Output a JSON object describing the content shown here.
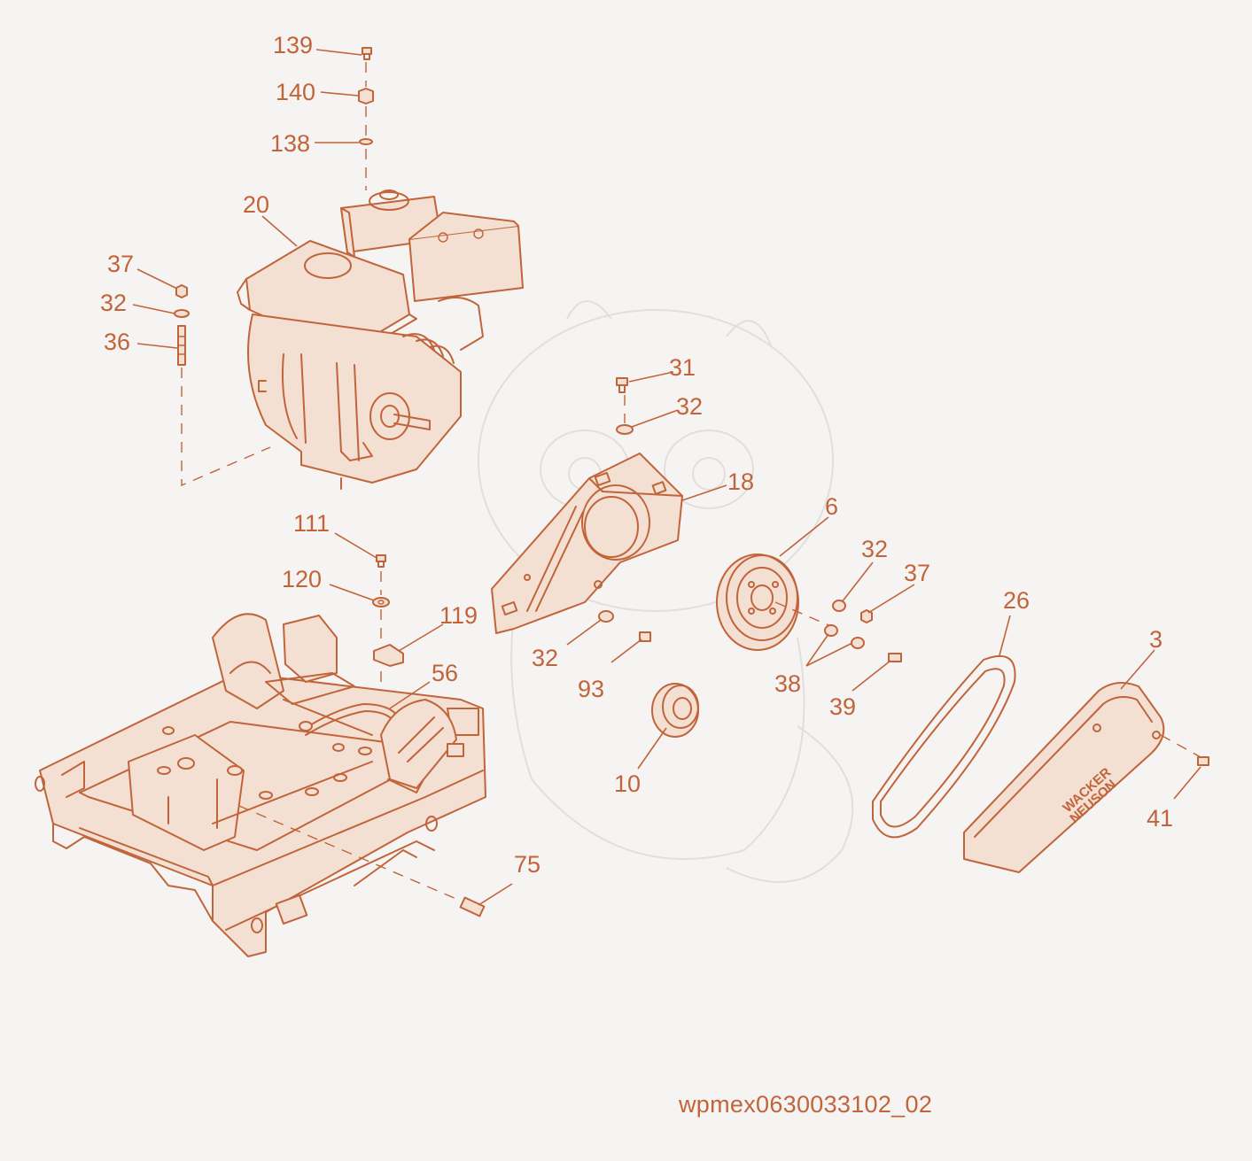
{
  "drawing_id": "wpmex0630033102_02",
  "brand": {
    "line1": "WACKER",
    "line2": "NEUSON"
  },
  "labels": [
    {
      "text": "139",
      "part": "bolt"
    },
    {
      "text": "140",
      "part": "nut"
    },
    {
      "text": "138",
      "part": "washer"
    },
    {
      "text": "20",
      "part": "engine"
    },
    {
      "text": "37",
      "part": "nut"
    },
    {
      "text": "32",
      "part": "washer"
    },
    {
      "text": "36",
      "part": "stud"
    },
    {
      "text": "31",
      "part": "bolt"
    },
    {
      "text": "32",
      "part": "washer"
    },
    {
      "text": "18",
      "part": "belt-guard-back"
    },
    {
      "text": "6",
      "part": "clutch-pulley"
    },
    {
      "text": "32",
      "part": "washer"
    },
    {
      "text": "37",
      "part": "nut"
    },
    {
      "text": "111",
      "part": "bolt"
    },
    {
      "text": "120",
      "part": "washer"
    },
    {
      "text": "119",
      "part": "clamp"
    },
    {
      "text": "56",
      "part": "hose"
    },
    {
      "text": "32",
      "part": "washer"
    },
    {
      "text": "93",
      "part": "bolt"
    },
    {
      "text": "26",
      "part": "v-belt"
    },
    {
      "text": "3",
      "part": "belt-guard-cover"
    },
    {
      "text": "38",
      "part": "washers"
    },
    {
      "text": "39",
      "part": "bolt"
    },
    {
      "text": "10",
      "part": "exciter-pulley"
    },
    {
      "text": "41",
      "part": "bolt"
    },
    {
      "text": "75",
      "part": "pin"
    }
  ]
}
